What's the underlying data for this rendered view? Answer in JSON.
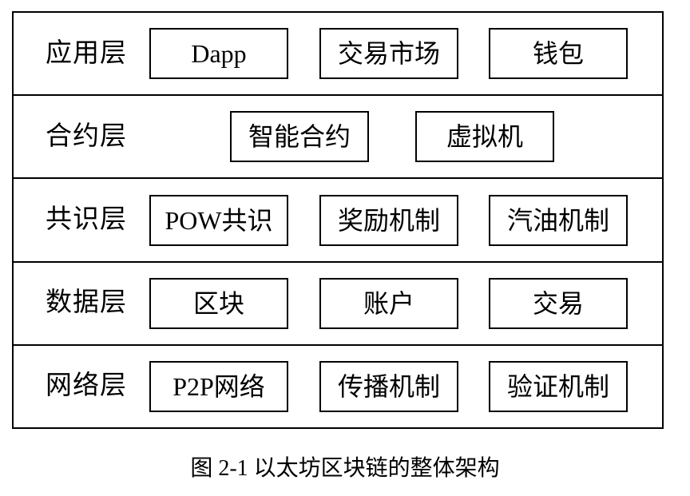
{
  "diagram": {
    "title_semantic": "Ethereum blockchain layered architecture",
    "caption": "图 2-1 以太坊区块链的整体架构",
    "colors": {
      "border": "#000000",
      "background": "#ffffff",
      "text": "#000000"
    },
    "layers": [
      {
        "label": "应用层",
        "boxes": [
          {
            "text": "Dapp"
          },
          {
            "text": "交易市场"
          },
          {
            "text": "钱包"
          }
        ]
      },
      {
        "label": "合约层",
        "boxes": [
          {
            "text": "智能合约"
          },
          {
            "text": "虚拟机"
          }
        ]
      },
      {
        "label": "共识层",
        "boxes": [
          {
            "text": "POW共识"
          },
          {
            "text": "奖励机制"
          },
          {
            "text": "汽油机制"
          }
        ]
      },
      {
        "label": "数据层",
        "boxes": [
          {
            "text": "区块"
          },
          {
            "text": "账户"
          },
          {
            "text": "交易"
          }
        ]
      },
      {
        "label": "网络层",
        "boxes": [
          {
            "text": "P2P网络"
          },
          {
            "text": "传播机制"
          },
          {
            "text": "验证机制"
          }
        ]
      }
    ]
  }
}
